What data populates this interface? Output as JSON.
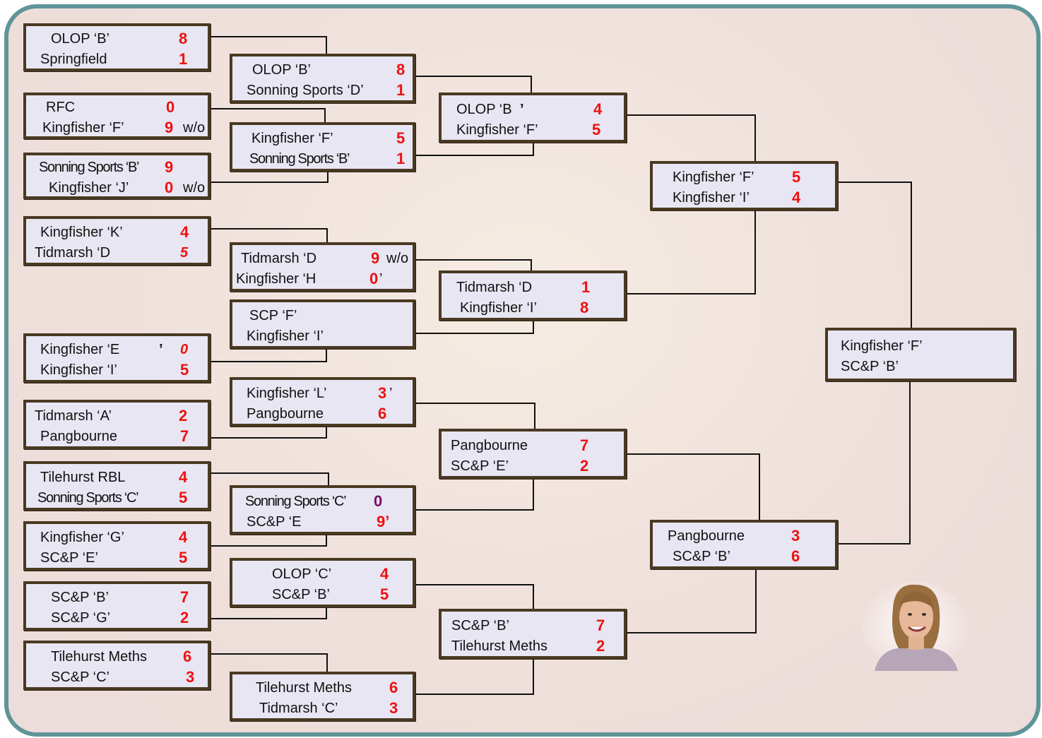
{
  "matches": [
    {
      "id": "r1-1",
      "teams": [
        {
          "name": "OLOP ‘B’",
          "score": "8"
        },
        {
          "name": "Springfield",
          "score": "1"
        }
      ]
    },
    {
      "id": "r1-2",
      "teams": [
        {
          "name": "RFC",
          "score": "0"
        },
        {
          "name": "Kingfisher ‘F’",
          "score": "9",
          "suffix": "w/o"
        }
      ]
    },
    {
      "id": "r1-3",
      "teams": [
        {
          "name": "Sonning Sports ‘B’",
          "score": "9"
        },
        {
          "name": "Kingfisher ‘J’",
          "score": "0",
          "suffix": "w/o"
        }
      ]
    },
    {
      "id": "r1-4",
      "teams": [
        {
          "name": "Kingfisher ‘K’",
          "score": "4"
        },
        {
          "name": "Tidmarsh ‘D",
          "score": "5"
        }
      ]
    },
    {
      "id": "r1-5",
      "teams": [
        {
          "name": "Kingfisher ‘E",
          "mark": "’",
          "score": "0"
        },
        {
          "name": "Kingfisher ‘I’",
          "score": "5"
        }
      ]
    },
    {
      "id": "r1-6",
      "teams": [
        {
          "name": "Tidmarsh ‘A’",
          "score": "2"
        },
        {
          "name": "Pangbourne",
          "score": "7"
        }
      ]
    },
    {
      "id": "r1-7",
      "teams": [
        {
          "name": "Tilehurst RBL",
          "score": "4"
        },
        {
          "name": "Sonning Sports ‘C’",
          "score": "5"
        }
      ]
    },
    {
      "id": "r1-8",
      "teams": [
        {
          "name": "Kingfisher ‘G’",
          "score": "4"
        },
        {
          "name": "SC&P ‘E’",
          "score": "5"
        }
      ]
    },
    {
      "id": "r1-9",
      "teams": [
        {
          "name": "SC&P ‘B’",
          "score": "7"
        },
        {
          "name": "SC&P ‘G’",
          "score": "2"
        }
      ]
    },
    {
      "id": "r1-10",
      "teams": [
        {
          "name": "Tilehurst Meths",
          "score": "6"
        },
        {
          "name": "SC&P ‘C’",
          "score": "3"
        }
      ]
    },
    {
      "id": "r2-1",
      "teams": [
        {
          "name": "OLOP ‘B’",
          "score": "8"
        },
        {
          "name": "Sonning Sports ‘D’",
          "score": "1"
        }
      ]
    },
    {
      "id": "r2-2",
      "teams": [
        {
          "name": "Kingfisher ‘F’",
          "score": "5"
        },
        {
          "name": "Sonning Sports ‘B’",
          "score": "1"
        }
      ]
    },
    {
      "id": "r2-3",
      "teams": [
        {
          "name": "Tidmarsh ‘D",
          "score": "9",
          "suffix": "w/o"
        },
        {
          "name": "Kingfisher ‘H",
          "score": "0",
          "suffix": "’"
        }
      ]
    },
    {
      "id": "r2-4",
      "teams": [
        {
          "name": "SCP ‘F’",
          "score": ""
        },
        {
          "name": "Kingfisher ‘I’",
          "score": ""
        }
      ]
    },
    {
      "id": "r2-5",
      "teams": [
        {
          "name": "Kingfisher ‘L’",
          "score": "3",
          "suffix": "’"
        },
        {
          "name": "Pangbourne",
          "score": "6"
        }
      ]
    },
    {
      "id": "r2-6",
      "teams": [
        {
          "name": "Sonning Sports ‘C’",
          "score": "0"
        },
        {
          "name": "SC&P ‘E",
          "score": "9’"
        }
      ]
    },
    {
      "id": "r2-7",
      "teams": [
        {
          "name": "OLOP ‘C’",
          "score": "4"
        },
        {
          "name": "SC&P ‘B’",
          "score": "5"
        }
      ]
    },
    {
      "id": "r2-8",
      "teams": [
        {
          "name": "Tilehurst Meths",
          "score": "6"
        },
        {
          "name": "Tidmarsh ‘C’",
          "score": "3"
        }
      ]
    },
    {
      "id": "r3-1",
      "teams": [
        {
          "name": "OLOP ‘B",
          "mark": "’",
          "score": "4"
        },
        {
          "name": "Kingfisher ‘F’",
          "score": "5"
        }
      ]
    },
    {
      "id": "r3-2",
      "teams": [
        {
          "name": "Tidmarsh ‘D",
          "score": "1"
        },
        {
          "name": "Kingfisher ‘I’",
          "score": "8"
        }
      ]
    },
    {
      "id": "r3-3",
      "teams": [
        {
          "name": "Pangbourne",
          "score": "7"
        },
        {
          "name": "SC&P ‘E’",
          "score": "2"
        }
      ]
    },
    {
      "id": "r3-4",
      "teams": [
        {
          "name": "SC&P ‘B’",
          "score": "7"
        },
        {
          "name": "Tilehurst Meths",
          "score": "2"
        }
      ]
    },
    {
      "id": "sf-1",
      "teams": [
        {
          "name": "Kingfisher ‘F’",
          "score": "5"
        },
        {
          "name": "Kingfisher ‘I’",
          "score": "4"
        }
      ]
    },
    {
      "id": "sf-2",
      "teams": [
        {
          "name": "Pangbourne",
          "score": "3"
        },
        {
          "name": "SC&P ‘B’",
          "score": "6"
        }
      ]
    },
    {
      "id": "final",
      "teams": [
        {
          "name": "Kingfisher ‘F’",
          "score": ""
        },
        {
          "name": "SC&P  ‘B’",
          "score": ""
        }
      ]
    }
  ],
  "colors": {
    "frame": "#5f9598",
    "box_fill": "#e8e6f2",
    "box_border": "#4a3922",
    "score": "#ee1111",
    "score_alt": "#7a0a6a",
    "line": "#111111"
  }
}
